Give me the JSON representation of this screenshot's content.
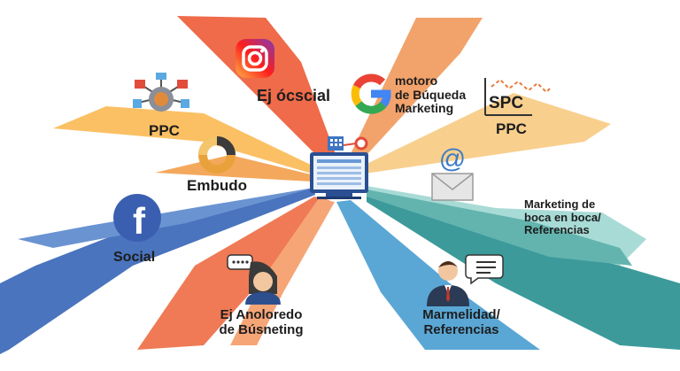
{
  "hub": {
    "icon": "laptop-dashboard-icon"
  },
  "channels": {
    "instagram": {
      "label": "Ej ócscial",
      "icon": "instagram-icon",
      "color": "#ef6b4a"
    },
    "google": {
      "lines": [
        "motoro",
        "de Búqueda",
        "Marketing"
      ],
      "icon": "google-icon",
      "color": "#f0a06a"
    },
    "spc": {
      "badge": "SPC",
      "label": "PPC",
      "icon": "spc-chart-icon",
      "color": "#f6c27a"
    },
    "ppc_left": {
      "label": "PPC",
      "icon": "network-hub-icon",
      "color": "#fbbf63"
    },
    "embudo": {
      "label": "Embudo",
      "icon": "donut-funnel-icon",
      "color": "#f5b066"
    },
    "email": {
      "icon": "email-envelope-icon",
      "at_symbol": "@",
      "color": "#9ad3d0"
    },
    "referral": {
      "lines": [
        "Marketing de",
        "boca en boca/",
        "Referencias"
      ],
      "color": "#7fc6c1"
    },
    "social": {
      "label": "Social",
      "icon": "facebook-icon",
      "letter": "f",
      "color": "#3f67b0"
    },
    "content": {
      "lines": [
        "Ej Anoloredo",
        "de Búsneting"
      ],
      "icon": "woman-speech-icon",
      "color": "#ef7a55"
    },
    "loyalty": {
      "lines": [
        "Marmelidad/",
        "Referencias"
      ],
      "icon": "businessman-speech-icon",
      "color": "#5aa7d6"
    },
    "teal": {
      "color": "#3d9a9a"
    }
  }
}
